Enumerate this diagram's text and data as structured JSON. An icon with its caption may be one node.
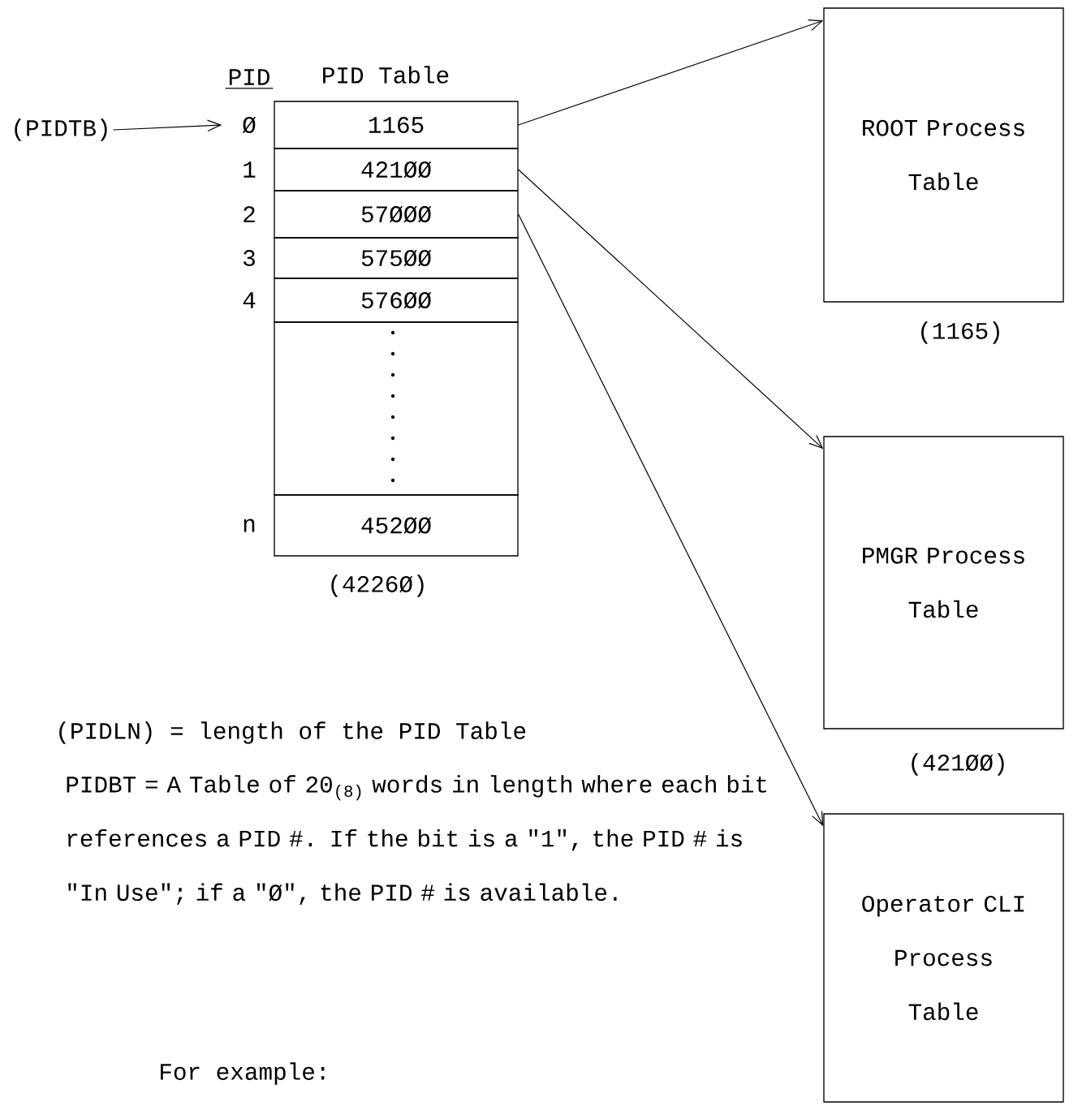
{
  "diagram": {
    "nodes": [
      {
        "text": [
          "(PIDTB)"
        ]
      },
      {
        "text": [
          "1165"
        ],
        "beside": [
          "Ø"
        ]
      },
      {
        "text": [
          "421ØØ"
        ],
        "beside": [
          "1"
        ]
      },
      {
        "text": [
          "57ØØØ"
        ],
        "beside": [
          "2"
        ]
      },
      {
        "text": [
          "575ØØ"
        ],
        "beside": [
          "3"
        ]
      },
      {
        "text": [
          "576ØØ"
        ],
        "beside": [
          "4"
        ]
      },
      {
        "text": [],
        "shape": "box"
      },
      {
        "text": [
          "452ØØ"
        ],
        "beside": [
          "n"
        ]
      },
      {
        "text": [
          "ROOT Process Table"
        ],
        "beside": [
          "(1165)"
        ]
      },
      {
        "text": [
          "PMGR Process Table"
        ],
        "beside": [
          "(421ØØ)"
        ]
      },
      {
        "text": [
          "Operator CLI Process Table"
        ]
      }
    ],
    "edges": [
      {
        "from": 0,
        "to": 1,
        "arrow": "to"
      },
      {
        "from": 1,
        "to": 8,
        "arrow": "to"
      },
      {
        "from": 2,
        "to": 9,
        "arrow": "to"
      },
      {
        "from": 3,
        "to": 10,
        "arrow": "to"
      }
    ],
    "labels": [
      "PID",
      "PID Table",
      "(4226Ø)",
      "(PIDLN) = length of the PID Table",
      "PIDBT = A Table of 20$_{(8)}$ words in length where each bit references a PID #. If the bit is a \"1\", the PID # is \"In Use\"; if a \"Ø\", the PID # is available.",
      "For example:"
    ]
  }
}
